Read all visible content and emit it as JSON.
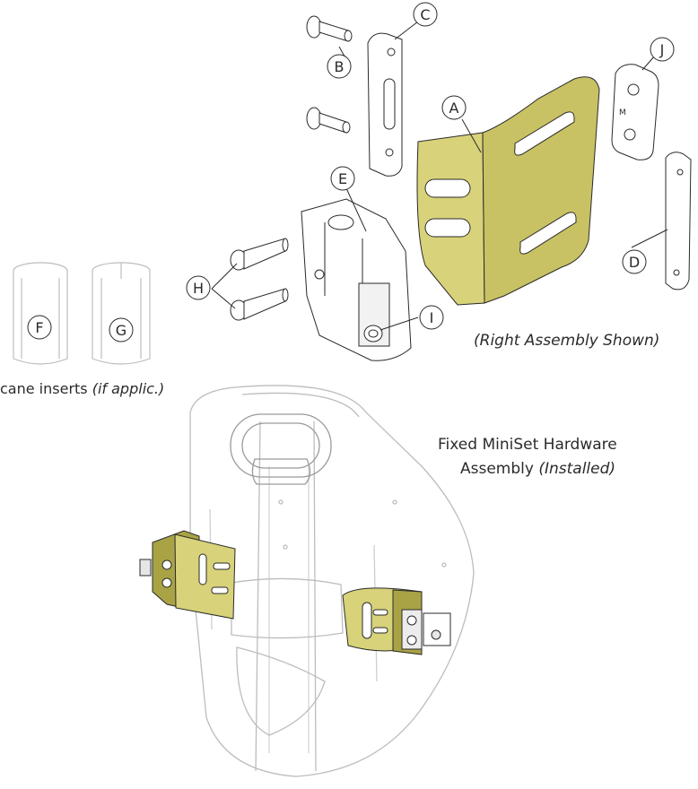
{
  "diagram": {
    "callouts": {
      "a": "A",
      "b": "B",
      "c": "C",
      "d": "D",
      "e": "E",
      "f": "F",
      "g": "G",
      "h": "H",
      "i": "I",
      "j": "J"
    },
    "captions": {
      "right_assembly": "(Right Assembly Shown)",
      "cane_inserts": "cane inserts",
      "cane_inserts_note": "(if applic.)",
      "fixed_title_line1": "Fixed MiniSet Hardware",
      "fixed_title_line2": "Assembly",
      "fixed_title_note": "(Installed)"
    },
    "colors": {
      "bracket_fill": "#d8d27a",
      "bracket_dark": "#a9a345",
      "line": "#2a2a2a",
      "light_line": "#b8b8b8"
    }
  }
}
